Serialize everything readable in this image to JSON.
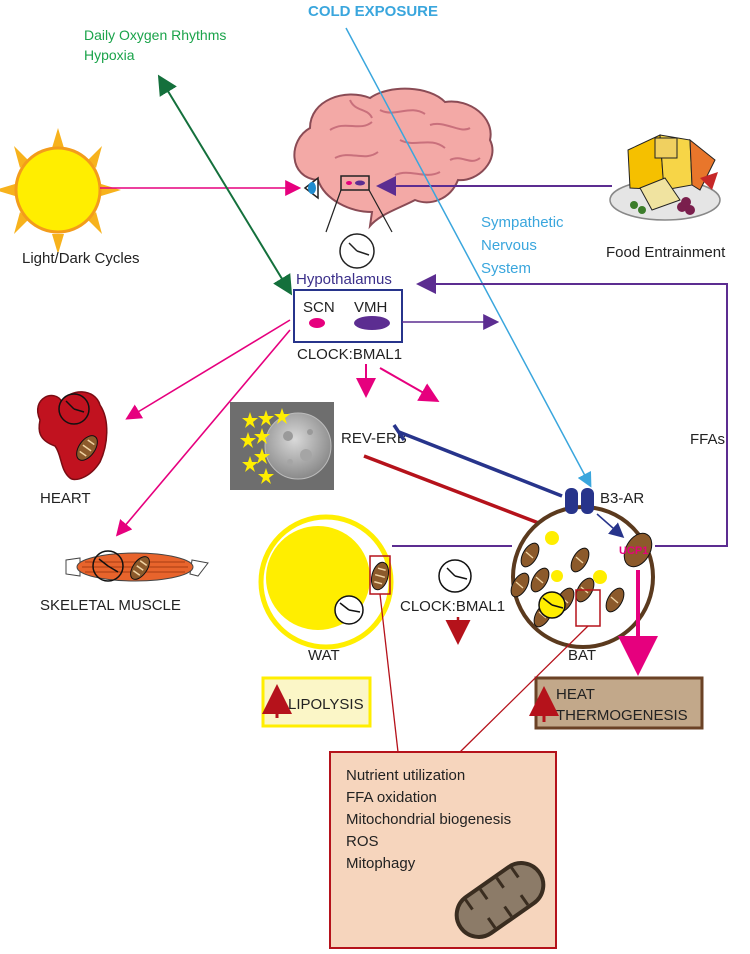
{
  "labels": {
    "cold_exposure": "COLD EXPOSURE",
    "oxygen_line1": "Daily Oxygen Rhythms",
    "oxygen_line2": "Hypoxia",
    "light_dark": "Light/Dark Cycles",
    "food": "Food Entrainment",
    "sns_line1": "Sympathetic",
    "sns_line2": "Nervous",
    "sns_line3": "System",
    "hypothalamus": "Hypothalamus",
    "scn": "SCN",
    "vmh": "VMH",
    "clock_bmal1_top": "CLOCK:BMAL1",
    "rev_erb": "REV-ERB",
    "ffas": "FFAs",
    "heart": "HEART",
    "skeletal_muscle": "SKELETAL MUSCLE",
    "b3ar": "B3-AR",
    "ucp1": "UCP1",
    "clock_bmal1_mid": "CLOCK:BMAL1",
    "wat": "WAT",
    "bat": "BAT",
    "lipolysis": "LIPOLYSIS",
    "heat": "HEAT",
    "thermogenesis": "THERMOGENESIS"
  },
  "nutrient_box": {
    "items": [
      "Nutrient utilization",
      "FFA oxidation",
      "Mitochondrial biogenesis",
      "ROS",
      "Mitophagy"
    ]
  },
  "colors": {
    "magenta": "#e6007e",
    "purple": "#5c2d91",
    "dark_green": "#14703c",
    "light_blue": "#3aa6dd",
    "dark_red": "#b5121b",
    "navy": "#27348b",
    "brown": "#5b3a1e",
    "yellow": "#ffef00",
    "box_fill": "#f6d5bd"
  }
}
